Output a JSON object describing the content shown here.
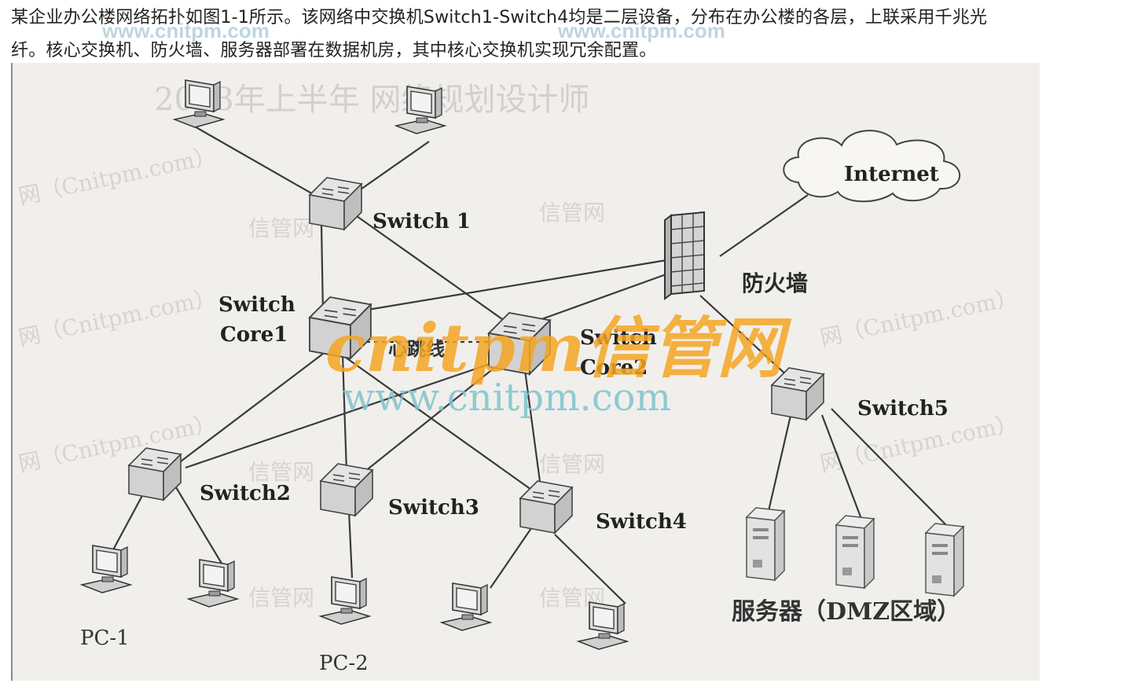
{
  "paragraph": {
    "line1": "某企业办公楼网络拓扑如图1-1所示。该网络中交换机Switch1-Switch4均是二层设备，分布在办公楼的各层，上联采用千兆光",
    "line2": "纤。核心交换机、防火墙、服务器部署在数据机房，其中核心交换机实现冗余配置。"
  },
  "labels": {
    "switch1": "Switch 1",
    "core1_a": "Switch",
    "core1_b": "Core1",
    "core2_a": "Switch",
    "core2_b": "Core2",
    "heartbeat": "心跳线",
    "firewall": "防火墙",
    "internet": "Internet",
    "switch2": "Switch2",
    "switch3": "Switch3",
    "switch4": "Switch4",
    "switch5": "Switch5",
    "pc1": "PC-1",
    "pc2": "PC-2",
    "servers": "服务器（DMZ区域）"
  },
  "watermarks": {
    "brand_cn": "cnitpm信管网",
    "site": "www.cnitpm.com",
    "site_header": "www.cnitpm.com",
    "paren": "网（Cnitpm.com）",
    "small_cn": "信管网",
    "year_text": "2023年上半年 网络规划设计师"
  },
  "colors": {
    "text": "#222222",
    "line": "#3a3a3a",
    "brand_orange": "#f5a623",
    "brand_teal": "#7fc4cc",
    "paper": "#f1efec"
  },
  "icons": [
    "switch-icon",
    "pc-icon",
    "server-icon",
    "firewall-icon",
    "cloud-icon"
  ]
}
